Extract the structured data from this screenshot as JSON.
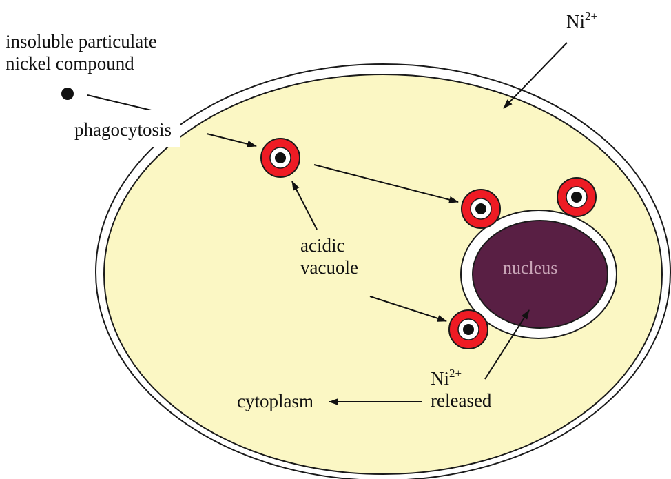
{
  "labels": {
    "compound_line1": "insoluble particulate",
    "compound_line2": "nickel compound",
    "phagocytosis": "phagocytosis",
    "ni_ion_base": "Ni",
    "ni_ion_charge": "2+",
    "acidic_line1": "acidic",
    "acidic_line2": "vacuole",
    "nucleus": "nucleus",
    "released_base": "Ni",
    "released_charge": "2+",
    "released": "released",
    "cytoplasm": "cytoplasm"
  },
  "colors": {
    "cytoplasm_fill": "#fbf7c4",
    "nucleus_fill": "#591f44",
    "vacuole_fill": "#ee1b24",
    "particle_fill": "#111111",
    "outline": "#1a1a1a"
  }
}
